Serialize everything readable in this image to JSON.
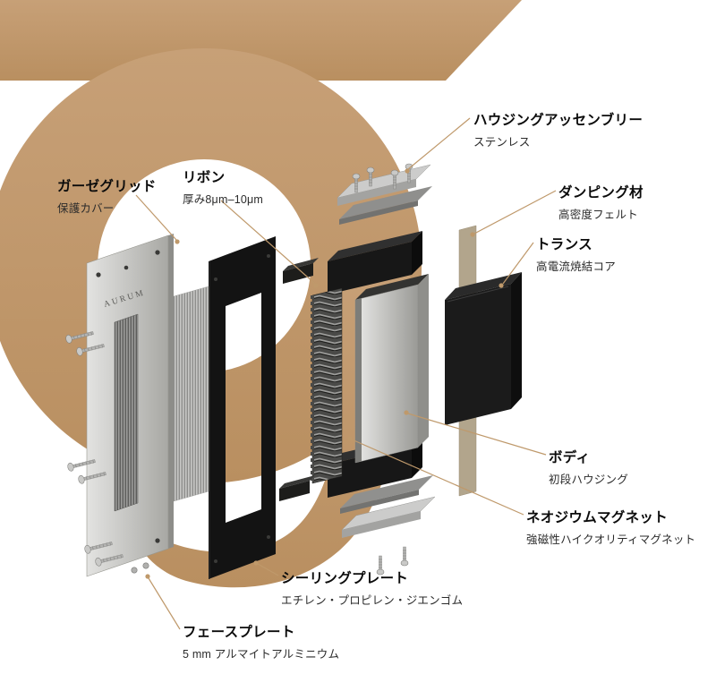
{
  "artwork": {
    "brand_text": "AURUM",
    "accent_color": "#bf996b"
  },
  "callouts": {
    "housing_assembly": {
      "title": "ハウジングアッセンブリー",
      "subtitle": "ステンレス"
    },
    "damping_material": {
      "title": "ダンピング材",
      "subtitle": "高密度フェルト"
    },
    "transformer": {
      "title": "トランス",
      "subtitle": "高電流焼結コア"
    },
    "gauze_grid": {
      "title": "ガーゼグリッド",
      "subtitle": "保護カバー"
    },
    "ribbon": {
      "title": "リボン",
      "subtitle": "厚み8μm–10μm"
    },
    "body": {
      "title": "ボディ",
      "subtitle": "初段ハウジング"
    },
    "neodymium_magnet": {
      "title": "ネオジウムマグネット",
      "subtitle": "強磁性ハイクオリティマグネット"
    },
    "sealing_plate": {
      "title": "シーリングプレート",
      "subtitle": "エチレン・プロピレン・ジエンゴム"
    },
    "faceplate": {
      "title": "フェースプレート",
      "subtitle": "5 mm アルマイトアルミニウム"
    }
  }
}
